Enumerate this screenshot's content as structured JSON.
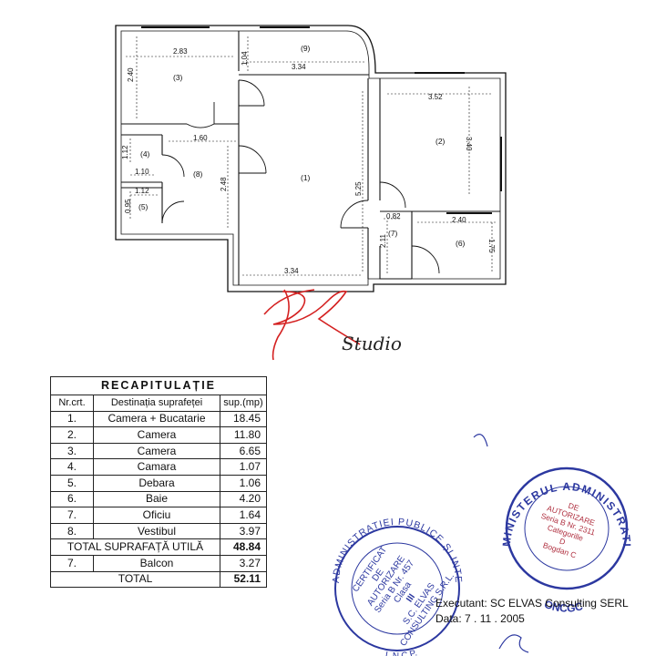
{
  "plan": {
    "dims": {
      "d283": "2.83",
      "d240a": "2.40",
      "d104": "1.04",
      "d334top": "3.34",
      "d352": "3.52",
      "d340": "3.40",
      "d160": "1.60",
      "d248": "2.48",
      "d112a": "1.12",
      "d110": "1.10",
      "d095": "0.95",
      "d112b": "1.12",
      "d525": "5.25",
      "d082": "0.82",
      "d240b": "2.40",
      "d211": "2.11",
      "d175": "1.75",
      "d334bot": "3.34"
    },
    "rooms": {
      "r1": "(1)",
      "r2": "(2)",
      "r3": "(3)",
      "r4": "(4)",
      "r5": "(5)",
      "r6": "(6)",
      "r7": "(7)",
      "r8": "(8)",
      "r9": "(9)"
    }
  },
  "recap": {
    "title": "RECAPITULAȚIE",
    "headers": {
      "nr": "Nr.crt.",
      "dest": "Destinația suprafeței",
      "sup": "sup.(mp)"
    },
    "rows": [
      {
        "nr": "1.",
        "dest": "Camera + Bucatarie",
        "sup": "18.45"
      },
      {
        "nr": "2.",
        "dest": "Camera",
        "sup": "11.80"
      },
      {
        "nr": "3.",
        "dest": "Camera",
        "sup": "6.65"
      },
      {
        "nr": "4.",
        "dest": "Camara",
        "sup": "1.07"
      },
      {
        "nr": "5.",
        "dest": "Debara",
        "sup": "1.06"
      },
      {
        "nr": "6.",
        "dest": "Baie",
        "sup": "4.20"
      },
      {
        "nr": "7.",
        "dest": "Oficiu",
        "sup": "1.64"
      },
      {
        "nr": "8.",
        "dest": "Vestibul",
        "sup": "3.97"
      }
    ],
    "util": {
      "label": "TOTAL SUPRAFAȚĂ UTILĂ",
      "sup": "48.84"
    },
    "balcon": {
      "nr": "7.",
      "dest": "Balcon",
      "sup": "3.27"
    },
    "total": {
      "label": "TOTAL",
      "sup": "52.11"
    }
  },
  "footer": {
    "executant": "Executant: SC ELVAS Consulting SERL",
    "data": "Data: 7 . 11 . 2005"
  },
  "stamps": {
    "left_ring": "ADMINISTRATIEI PUBLICE ȘI INTERNELOR",
    "left_ring_bottom": "L.N.C.P.",
    "left_l1": "CERTIFICAT",
    "left_l2": "DE",
    "left_l3": "AUTORIZARE",
    "left_l4": "Seria B Nr. 457",
    "left_l5": "Clasa",
    "left_l6": "III",
    "left_l7": "S.C. ELVAS",
    "left_l8": "CONSULTING S.R.L.",
    "right_ring": "MINISTERUL ADMINISTRATIEI PUBLICE",
    "right_ring_bottom": "ONCGC",
    "right_l1": "DE",
    "right_l2": "AUTORIZARE",
    "right_l3": "Seria B Nr. 2311",
    "right_l4": "Categorille",
    "right_l5": "D",
    "right_l6": "Bogdan C"
  },
  "logo": {
    "text": "Studio"
  },
  "colors": {
    "logo": "#d42020",
    "stamp": "#2c38a0",
    "ink": "#111111"
  }
}
